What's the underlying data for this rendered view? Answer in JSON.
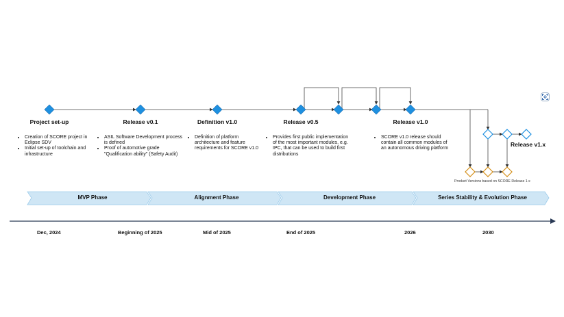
{
  "milestones": [
    {
      "title": "Project set-up",
      "bullets": [
        "Creation of SCORE project in Eclipse SDV",
        "Initial set-up of toolchain and infrastructure"
      ]
    },
    {
      "title": "Release v0.1",
      "bullets": [
        "ASIL Software Development process is defined",
        "Proof of automotive grade \"Qualification ability\" (Safety Audit)"
      ]
    },
    {
      "title": "Definition v1.0",
      "bullets": [
        "Definition of platform architecture and feature requirements for SCORE v1.0"
      ]
    },
    {
      "title": "Release v0.5",
      "bullets": [
        "Provides first public implementation of the most important modules, e.g. IPC, that can be used to build first distributions"
      ]
    },
    {
      "title": "Release v1.0",
      "bullets": [
        "SCORE v1.0 release should contain all common modules of an autonomous driving platform"
      ]
    }
  ],
  "release_1x_label": "Release v1.x",
  "product_versions_note": "Product Versions based on SCORE Release 1.x",
  "phases": [
    "MVP Phase",
    "Alignment Phase",
    "Development Phase",
    "Series Stability & Evolution Phase"
  ],
  "timeline_dates": [
    "Dec, 2024",
    "Beginning of 2025",
    "Mid of 2025",
    "End of 2025",
    "2026",
    "2030"
  ],
  "colors": {
    "milestone": "#1e90e0",
    "milestone_outline": "#1a6fb5",
    "product_diamond": "#d4901a",
    "phase_fill": "#cfe6f5",
    "phase_border": "#9ccbea",
    "arrow": "#2a3a55"
  },
  "icons": {
    "corner": "screen-capture-icon"
  }
}
